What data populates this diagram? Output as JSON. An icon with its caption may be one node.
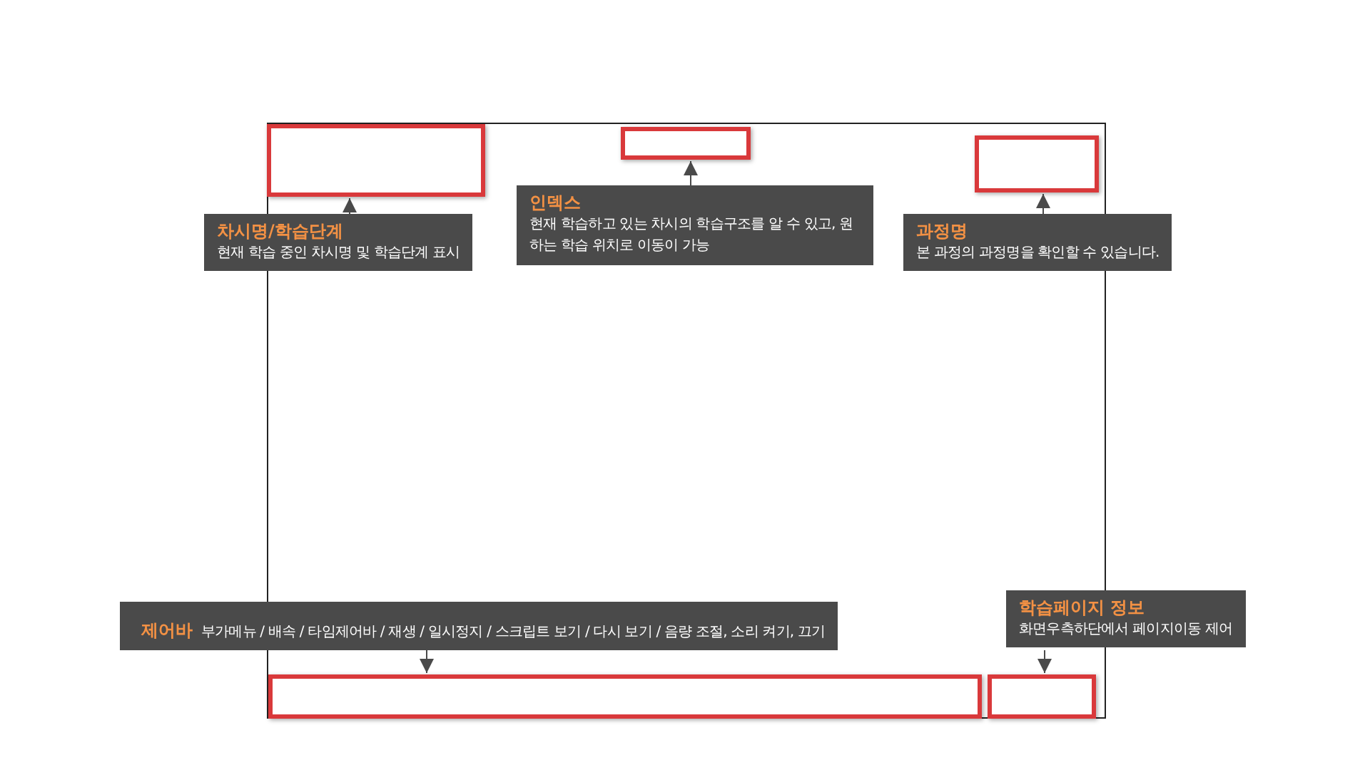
{
  "diagram": {
    "nodes": [
      {
        "text": [],
        "shape": "box"
      },
      {
        "text": [
          "차시명/학습단계",
          "현재 학습 중인 차시명 및 학습단계 표시"
        ]
      },
      {
        "text": [],
        "shape": "box"
      },
      {
        "text": [
          "인덱스",
          "현재 학습하고 있는 차시의 학습구조를 알 수 있고, 원하는 학습 위치로 이동이 가능"
        ]
      },
      {
        "text": [],
        "shape": "box"
      },
      {
        "text": [
          "과정명",
          "본 과정의 과정명을 확인할 수 있습니다."
        ]
      },
      {
        "text": [
          "제어바",
          "부가메뉴 / 배속 / 타임제어바 / 재생 / 일시정지 / 스크립트 보기 / 다시 보기 / 음량 조절, 소리 켜기, 끄기"
        ]
      },
      {
        "text": [
          "학습페이지 정보",
          "화면우측하단에서 페이지이동 제어"
        ]
      },
      {
        "text": [],
        "shape": "box"
      },
      {
        "text": [],
        "shape": "box"
      }
    ],
    "edges": [
      {
        "from": 1,
        "to": 0,
        "arrow": "to"
      },
      {
        "from": 3,
        "to": 2,
        "arrow": "to"
      },
      {
        "from": 5,
        "to": 4,
        "arrow": "to"
      },
      {
        "from": 6,
        "to": 8,
        "arrow": "to"
      },
      {
        "from": 7,
        "to": 9,
        "arrow": "to"
      }
    ]
  }
}
